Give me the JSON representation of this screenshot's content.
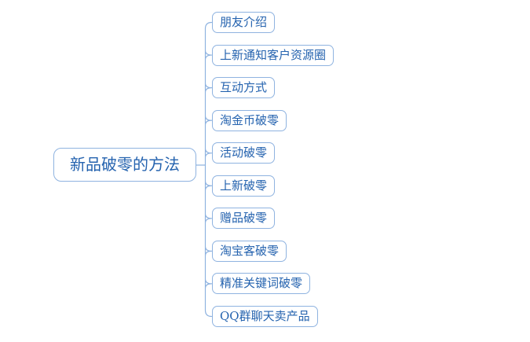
{
  "mindmap": {
    "root": {
      "label": "新品破零的方法"
    },
    "children": [
      {
        "label": "朋友介绍"
      },
      {
        "label": "上新通知客户资源圈"
      },
      {
        "label": "互动方式"
      },
      {
        "label": "淘金币破零"
      },
      {
        "label": "活动破零"
      },
      {
        "label": "上新破零"
      },
      {
        "label": "赠品破零"
      },
      {
        "label": "淘宝客破零"
      },
      {
        "label": "精准关键词破零"
      },
      {
        "label": "QQ群聊天卖产品"
      }
    ],
    "colors": {
      "text": "#2563af",
      "border": "#8fb3e0",
      "line": "#8fb3e0",
      "background": "#ffffff"
    }
  }
}
